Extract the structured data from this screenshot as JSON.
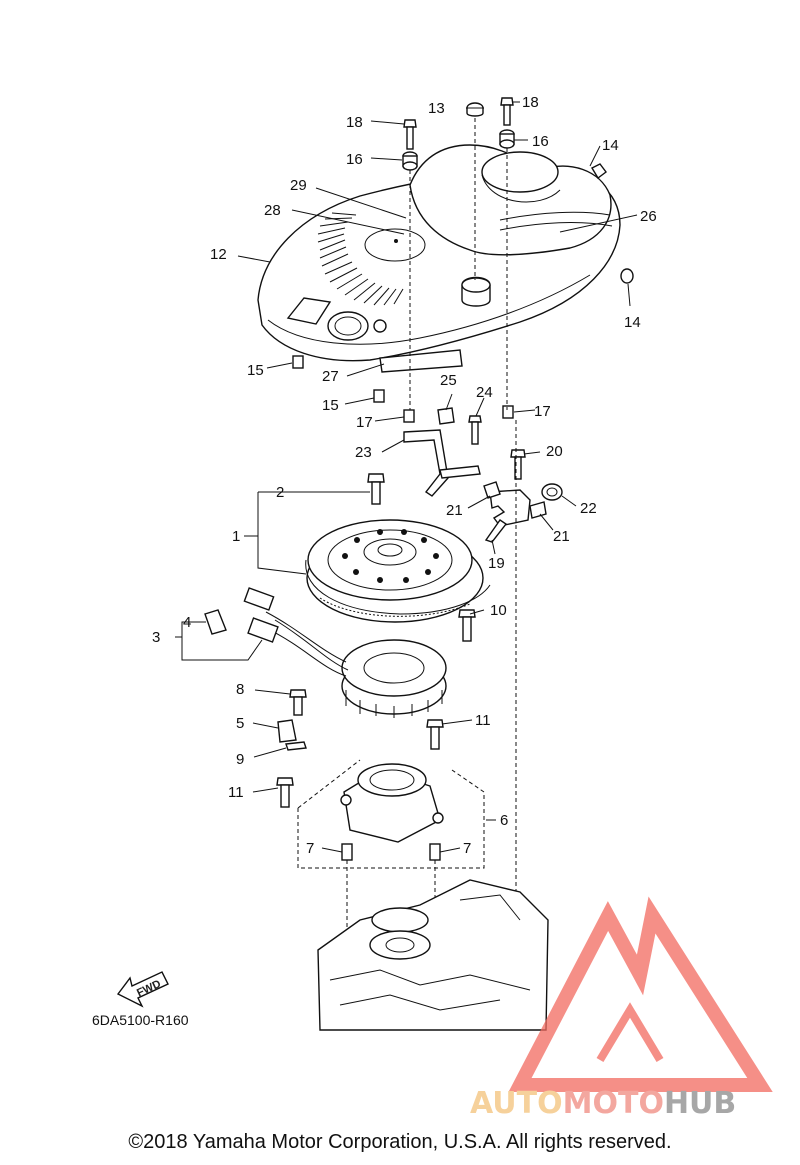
{
  "diagram": {
    "callouts": [
      {
        "id": "c1",
        "label": "1"
      },
      {
        "id": "c2",
        "label": "2"
      },
      {
        "id": "c3",
        "label": "3"
      },
      {
        "id": "c4",
        "label": "4"
      },
      {
        "id": "c5",
        "label": "5"
      },
      {
        "id": "c6",
        "label": "6"
      },
      {
        "id": "c7a",
        "label": "7"
      },
      {
        "id": "c7b",
        "label": "7"
      },
      {
        "id": "c8",
        "label": "8"
      },
      {
        "id": "c9",
        "label": "9"
      },
      {
        "id": "c10",
        "label": "10"
      },
      {
        "id": "c11a",
        "label": "11"
      },
      {
        "id": "c11b",
        "label": "11"
      },
      {
        "id": "c12",
        "label": "12"
      },
      {
        "id": "c13",
        "label": "13"
      },
      {
        "id": "c14a",
        "label": "14"
      },
      {
        "id": "c14b",
        "label": "14"
      },
      {
        "id": "c15a",
        "label": "15"
      },
      {
        "id": "c15b",
        "label": "15"
      },
      {
        "id": "c16a",
        "label": "16"
      },
      {
        "id": "c16b",
        "label": "16"
      },
      {
        "id": "c17a",
        "label": "17"
      },
      {
        "id": "c17b",
        "label": "17"
      },
      {
        "id": "c18a",
        "label": "18"
      },
      {
        "id": "c18b",
        "label": "18"
      },
      {
        "id": "c19",
        "label": "19"
      },
      {
        "id": "c20",
        "label": "20"
      },
      {
        "id": "c21a",
        "label": "21"
      },
      {
        "id": "c21b",
        "label": "21"
      },
      {
        "id": "c22",
        "label": "22"
      },
      {
        "id": "c23",
        "label": "23"
      },
      {
        "id": "c24",
        "label": "24"
      },
      {
        "id": "c25",
        "label": "25"
      },
      {
        "id": "c26",
        "label": "26"
      },
      {
        "id": "c27",
        "label": "27"
      },
      {
        "id": "c28",
        "label": "28"
      },
      {
        "id": "c29",
        "label": "29"
      }
    ],
    "diagram_code": "6DA5100-R160",
    "fwd_label": "FWD"
  },
  "watermark": {
    "part1": "AUTO",
    "part2": "MOTO",
    "part3": "HUB",
    "color_auto": "#f4c27a",
    "color_moto": "#f08a80",
    "color_hub": "#8a8a8a",
    "triangle_color": "#f26a5f"
  },
  "footer": {
    "copyright": "©2018 Yamaha Motor Corporation, U.S.A. All rights reserved."
  }
}
